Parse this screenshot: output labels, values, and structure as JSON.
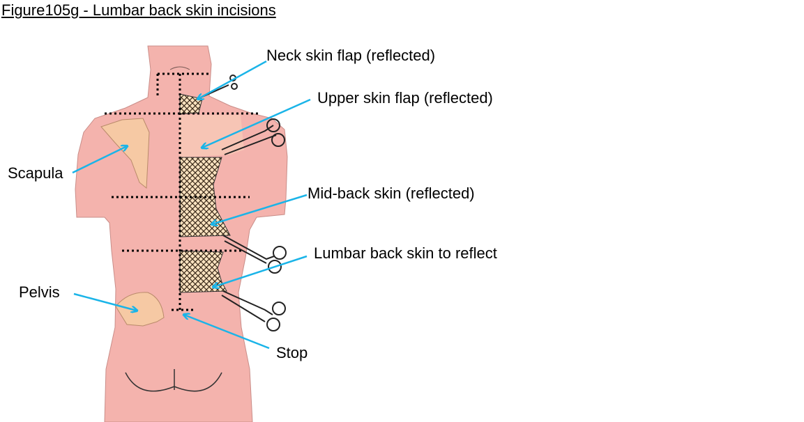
{
  "figure": {
    "title": "Figure105g - Lumbar back skin incisions"
  },
  "labels": {
    "neck_skin_flap": "Neck skin flap (reflected)",
    "upper_skin_flap": "Upper skin flap (reflected)",
    "scapula": "Scapula",
    "mid_back_skin": "Mid-back skin (reflected)",
    "lumbar_back_skin": "Lumbar back skin to reflect",
    "pelvis": "Pelvis",
    "stop": "Stop"
  },
  "colors": {
    "skin": "#f4b3ad",
    "reflected_skin": "#fbe3c0",
    "bone": "#f6c9a4",
    "arrow": "#1ab4e8",
    "incision": "#000000"
  }
}
